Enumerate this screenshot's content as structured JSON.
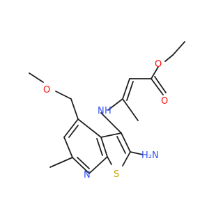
{
  "molecule": {
    "atom_labels": {
      "o_methoxy": "O",
      "o_ester": "O",
      "o_carbonyl": "O",
      "n_amine_linker": "N",
      "h_amine_linker": "H",
      "s_thiophene": "S",
      "n_pyridine": "N",
      "nh2_amino": "H₂N"
    },
    "colors": {
      "bond": "#1f1f1f",
      "oxygen": "#ff0d0d",
      "nitrogen": "#3050f8",
      "sulfur": "#c8a000"
    }
  }
}
